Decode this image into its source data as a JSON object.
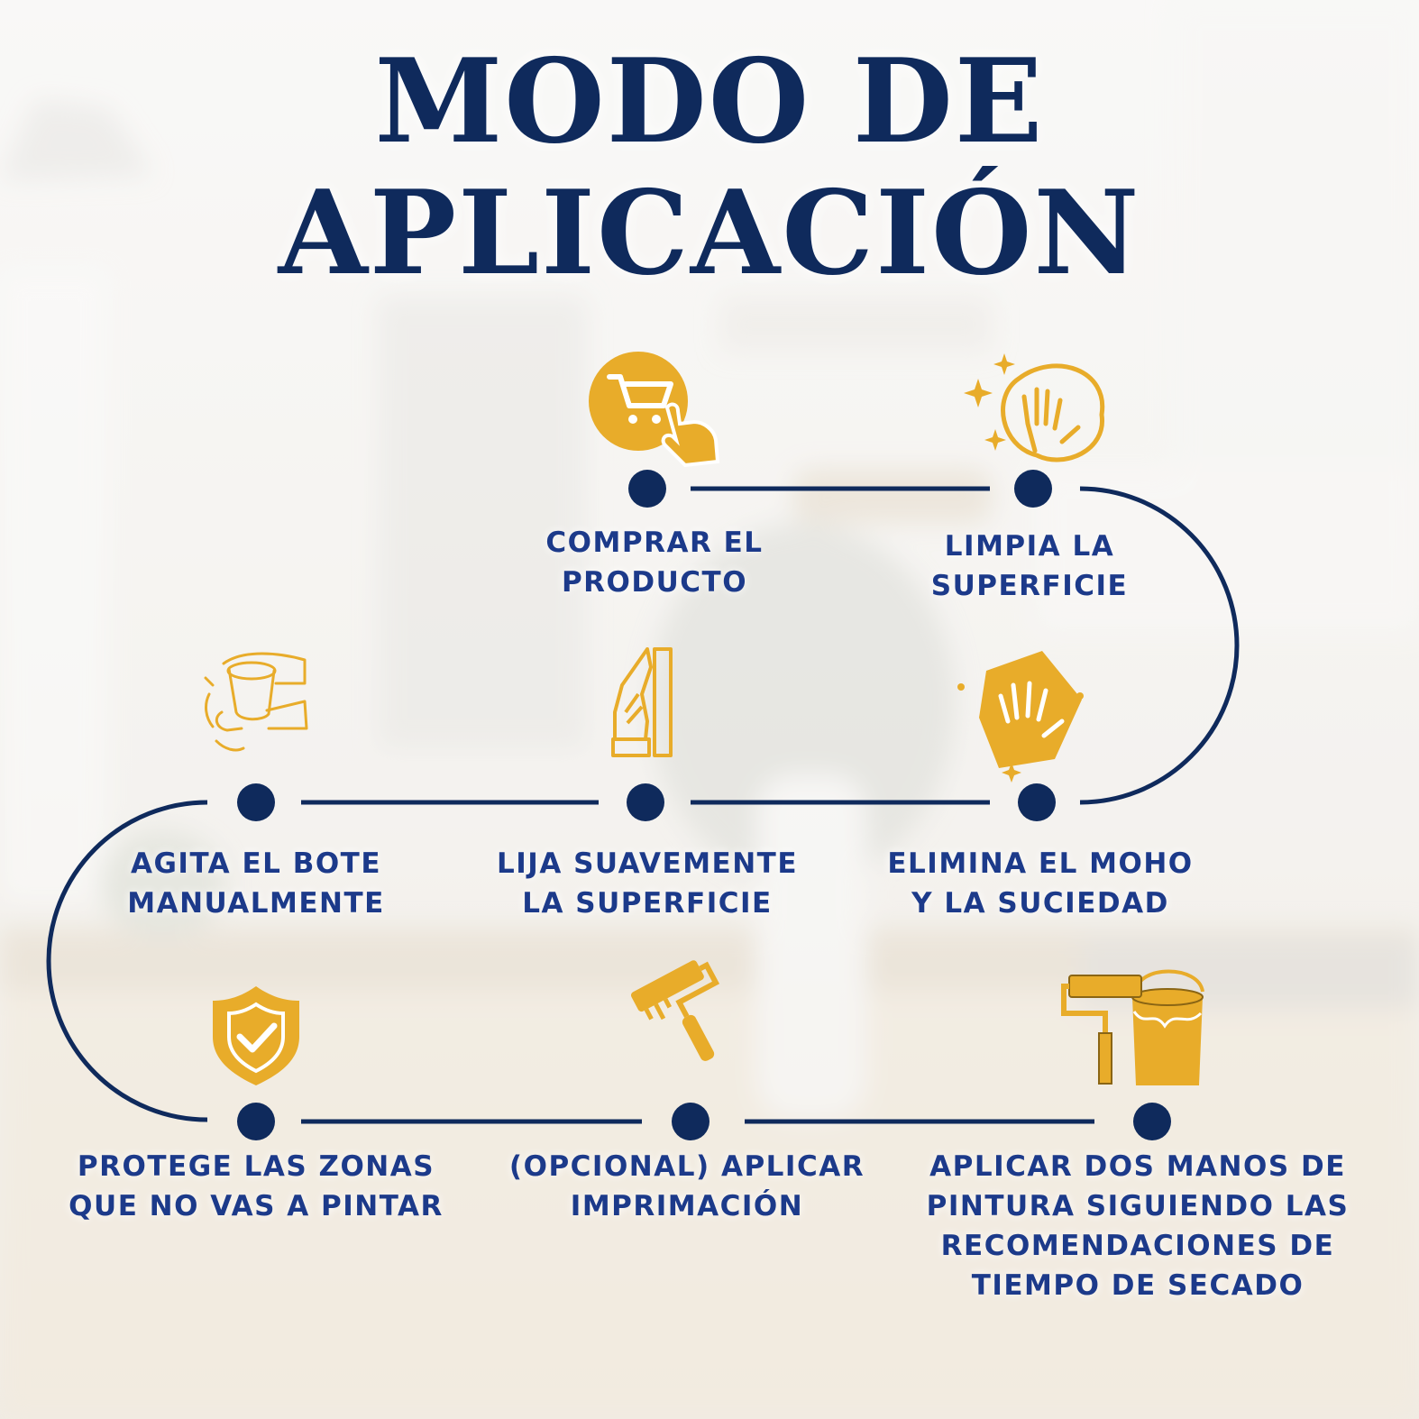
{
  "title": {
    "line1": "MODO DE",
    "line2": "APLICACIÓN"
  },
  "colors": {
    "navy": "#0f2a5c",
    "label_blue": "#1c3a8a",
    "gold": "#e8ac2a"
  },
  "steps": [
    {
      "line1": "COMPRAR EL",
      "line2": "PRODUCTO",
      "icon": "shopping-cart-icon"
    },
    {
      "line1": "LIMPIA LA",
      "line2": "SUPERFICIE",
      "icon": "clean-hand-icon"
    },
    {
      "line1": "ELIMINA EL MOHO",
      "line2": "Y LA SUCIEDAD",
      "icon": "wipe-cloth-icon"
    },
    {
      "line1": "LIJA SUAVEMENTE",
      "line2": "LA SUPERFICIE",
      "icon": "sanding-hand-icon"
    },
    {
      "line1": "AGITA EL BOTE",
      "line2": "MANUALMENTE",
      "icon": "shake-can-icon"
    },
    {
      "line1": "PROTEGE LAS ZONAS",
      "line2": "QUE NO VAS A PINTAR",
      "icon": "shield-check-icon"
    },
    {
      "line1": "(OPCIONAL) APLICAR",
      "line2": "IMPRIMACIÓN",
      "icon": "paint-roller-icon"
    },
    {
      "line1": "APLICAR DOS MANOS DE",
      "line2": "PINTURA SIGUIENDO LAS",
      "line3": "RECOMENDACIONES DE",
      "line4": "TIEMPO DE SECADO",
      "icon": "paint-can-roller-icon"
    }
  ]
}
